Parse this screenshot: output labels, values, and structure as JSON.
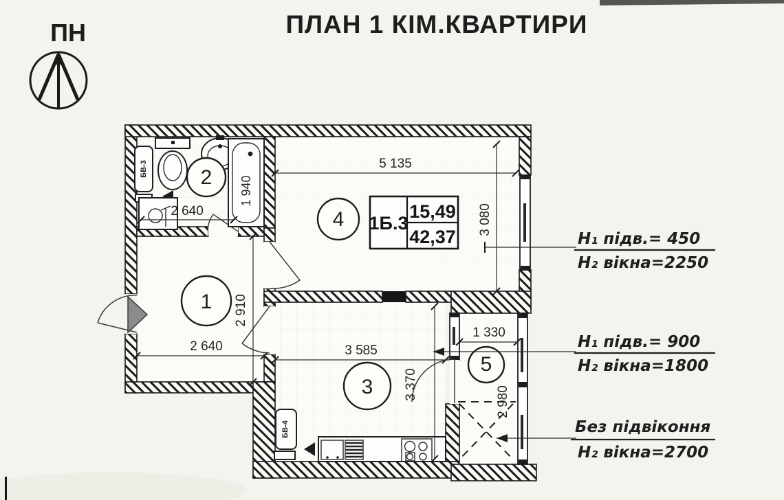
{
  "title": "ПЛАН 1 КІМ.КВАРТИРИ",
  "compass": {
    "label": "ПН"
  },
  "rooms": {
    "hall": {
      "number": "1"
    },
    "bathroom": {
      "number": "2"
    },
    "kitchen": {
      "number": "3"
    },
    "living": {
      "number": "4"
    },
    "balcony": {
      "number": "5"
    }
  },
  "area_table": {
    "unit_type": "1Б.3",
    "living_area": "15,49",
    "total_area": "42,37"
  },
  "dimensions": {
    "bathroom_width": "2 640",
    "bathtub_length": "1 940",
    "living_width": "5 135",
    "living_depth": "3 080",
    "hall_depth": "2 910",
    "hall_width": "2 640",
    "kitchen_width": "3 585",
    "kitchen_depth": "3 370",
    "balcony_width": "1 330",
    "balcony_depth": "2 980"
  },
  "vent_shafts": {
    "bathroom": "БВ-3",
    "kitchen": "БВ-4"
  },
  "window_notes": [
    {
      "top": "Н₁ підв.= 450",
      "bottom": "Н₂ вікна=2250"
    },
    {
      "top": "Н₁ підв.= 900",
      "bottom": "Н₂ вікна=1800"
    },
    {
      "top": "Без підвіконня",
      "bottom": "Н₂ вікна=2700"
    }
  ]
}
